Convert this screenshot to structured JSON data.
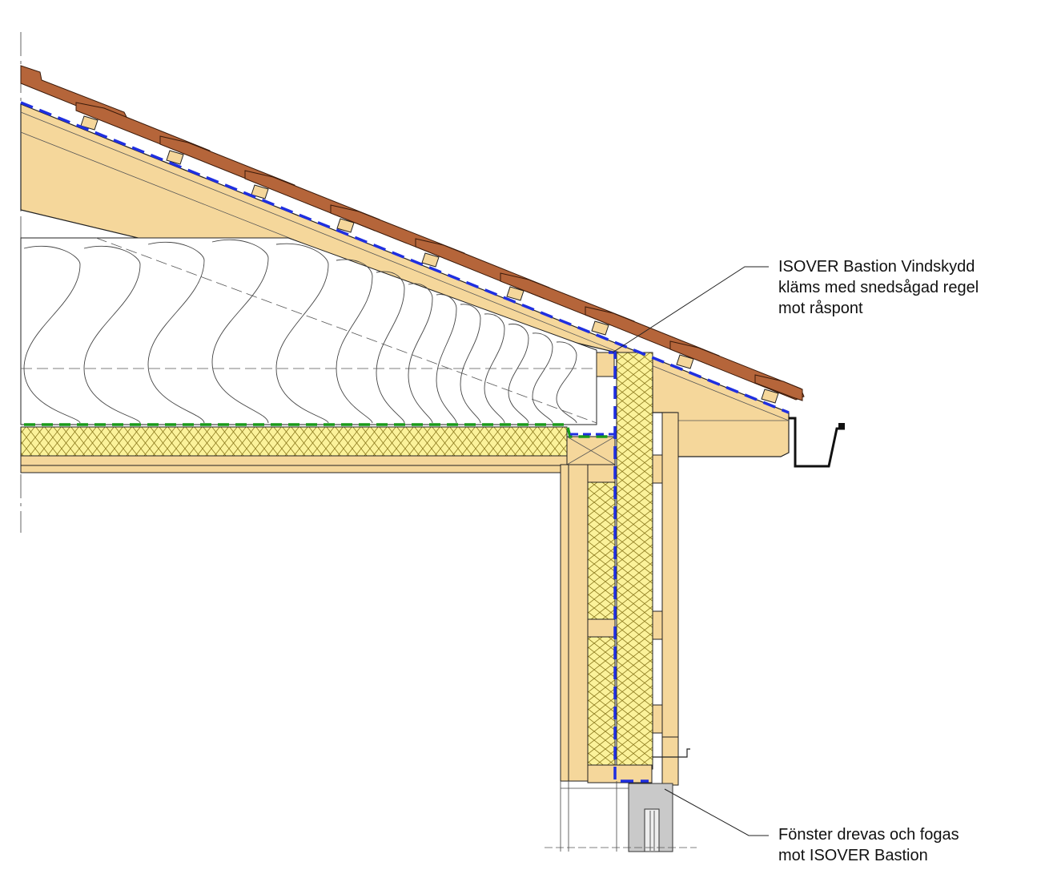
{
  "annotations": {
    "roof_note": {
      "lines": [
        "ISOVER Bastion Vindskydd",
        "kläms med snedsågad regel",
        "mot råspont"
      ]
    },
    "window_note": {
      "lines": [
        "Fönster drevas och fogas",
        "mot ISOVER Bastion"
      ]
    }
  },
  "colors": {
    "timber": "#f5d79b",
    "timber_dark": "#e9c27a",
    "insulation_yellow": "#fbf29a",
    "roof_tile": "#b5653a",
    "wind_barrier_line": "#1f2fe0",
    "vapour_barrier_line": "#1a9a1a",
    "line": "#222222"
  }
}
